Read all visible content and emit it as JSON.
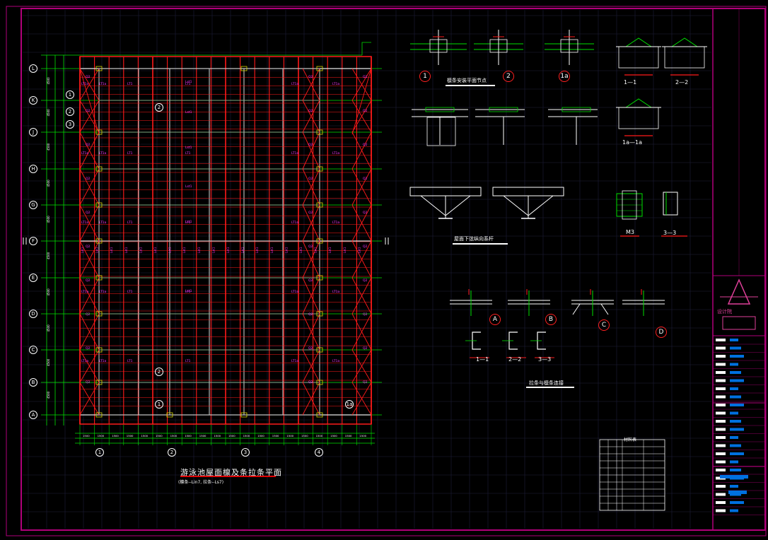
{
  "drawing": {
    "title": "游泳池屋面檩及条拉条平面",
    "subtitle": "(檩条--Lin7, 拉条--Ls7)",
    "detail_section_title": "檩条安装平面节点",
    "bracing_title": "屋面下弦纵向系杆",
    "tie_title": "拉条与檩条连接",
    "table_title": "材料表"
  },
  "grid_rows": [
    "L",
    "K",
    "J",
    "H",
    "G",
    "F",
    "E",
    "D",
    "C",
    "B",
    "A"
  ],
  "grid_cols": [
    "1",
    "2",
    "3",
    "4"
  ],
  "detail_bubbles": [
    "1",
    "2",
    "1a",
    "A",
    "B",
    "C",
    "D"
  ],
  "section_labels": [
    "1—1",
    "2—2",
    "1a—1a",
    "3—3",
    "M3",
    "1—1",
    "2—2",
    "3—3"
  ],
  "plan_bubbles": [
    "1",
    "2",
    "3",
    "1a"
  ],
  "purlin_labels": [
    "Lst1",
    "Lst1",
    "Lst1",
    "Lst1",
    "Lst1",
    "Lst1"
  ],
  "tie_labels": [
    "LT1a",
    "LT1a",
    "LT1",
    "LT1",
    "LT1a",
    "LT1a"
  ],
  "colors": {
    "background": "#000000",
    "frame": "#b0007a",
    "purlin_red": "#ff1a1a",
    "grid_green": "#00e000",
    "label_magenta": "#ff33ff",
    "text_white": "#ffffff",
    "title_block_blue": "#0070e0"
  },
  "title_block": {
    "logo_text": "设计院",
    "rows": 22
  }
}
